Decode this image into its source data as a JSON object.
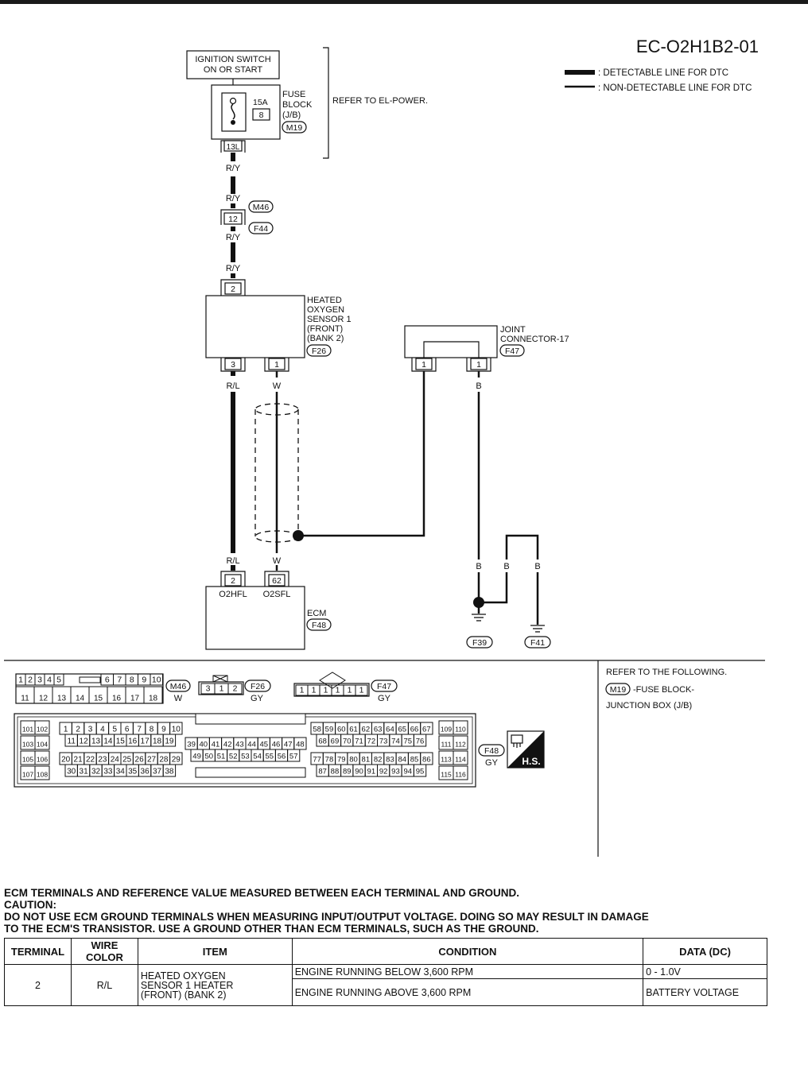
{
  "diagram": {
    "code": "EC-O2H1B2-01",
    "legend": {
      "detectable": ": DETECTABLE LINE FOR DTC",
      "non_detectable": ": NON-DETECTABLE LINE FOR DTC"
    },
    "ignition": [
      "IGNITION SWITCH",
      "ON OR START"
    ],
    "fuse": {
      "rating": "15A",
      "number": "8",
      "label": [
        "FUSE",
        "BLOCK",
        "(J/B)"
      ],
      "connector": "M19",
      "terminal": "13L",
      "refer": "REFER TO EL-POWER."
    },
    "wire_ry": "R/Y",
    "inline_connector": {
      "pin": "12",
      "male": "M46",
      "female": "F44"
    },
    "sensor": {
      "label": [
        "HEATED",
        "OXYGEN",
        "SENSOR 1",
        "(FRONT)",
        "(BANK 2)"
      ],
      "connector": "F26",
      "pin_top": "2",
      "pin_heater": "3",
      "pin_signal": "1"
    },
    "wire_rl": "R/L",
    "wire_w": "W",
    "wire_b": "B",
    "joint": {
      "label": [
        "JOINT",
        "CONNECTOR-17"
      ],
      "connector": "F47",
      "pin_left": "1",
      "pin_right": "1"
    },
    "ecm": {
      "label": "ECM",
      "connector": "F48",
      "pin_heater": "2",
      "pin_signal": "62",
      "term_heater": "O2HFL",
      "term_signal": "O2SFL"
    },
    "grounds": [
      "F39",
      "F41"
    ]
  },
  "connectors": {
    "m46": {
      "row1": [
        "1",
        "2",
        "3",
        "4",
        "5",
        "6",
        "7",
        "8",
        "9",
        "10"
      ],
      "row2": [
        "11",
        "12",
        "13",
        "14",
        "15",
        "16",
        "17",
        "18"
      ],
      "name": "M46",
      "color": "W"
    },
    "f26": {
      "pins": [
        "3",
        "1",
        "2"
      ],
      "name": "F26",
      "color": "GY"
    },
    "f47": {
      "pins": [
        "1",
        "1",
        "1",
        "1",
        "1",
        "1"
      ],
      "name": "F47",
      "color": "GY"
    },
    "f48": {
      "name": "F48",
      "color": "GY",
      "left_block": [
        [
          "101",
          "102"
        ],
        [
          "103",
          "104"
        ],
        [
          "105",
          "106"
        ],
        [
          "107",
          "108"
        ]
      ],
      "row_a": [
        "1",
        "2",
        "3",
        "4",
        "5",
        "6",
        "7",
        "8",
        "9",
        "10"
      ],
      "row_b": [
        "11",
        "12",
        "13",
        "14",
        "15",
        "16",
        "17",
        "18",
        "19"
      ],
      "row_c": [
        "20",
        "21",
        "22",
        "23",
        "24",
        "25",
        "26",
        "27",
        "28",
        "29"
      ],
      "row_d": [
        "30",
        "31",
        "32",
        "33",
        "34",
        "35",
        "36",
        "37",
        "38"
      ],
      "mid_1": [
        "39",
        "40",
        "41",
        "42",
        "43",
        "44",
        "45",
        "46",
        "47",
        "48"
      ],
      "mid_2": [
        "49",
        "50",
        "51",
        "52",
        "53",
        "54",
        "55",
        "56",
        "57"
      ],
      "row_e": [
        "58",
        "59",
        "60",
        "61",
        "62",
        "63",
        "64",
        "65",
        "66",
        "67"
      ],
      "row_f": [
        "68",
        "69",
        "70",
        "71",
        "72",
        "73",
        "74",
        "75",
        "76"
      ],
      "row_g": [
        "77",
        "78",
        "79",
        "80",
        "81",
        "82",
        "83",
        "84",
        "85",
        "86"
      ],
      "row_h": [
        "87",
        "88",
        "89",
        "90",
        "91",
        "92",
        "93",
        "94",
        "95"
      ],
      "right_block": [
        [
          "109",
          "110"
        ],
        [
          "111",
          "112"
        ],
        [
          "113",
          "114"
        ],
        [
          "115",
          "116"
        ]
      ],
      "hs": "H.S."
    }
  },
  "refer": {
    "title": "REFER TO THE FOLLOWING.",
    "connector": "M19",
    "item": "-FUSE BLOCK-",
    "item2": "JUNCTION BOX (J/B)"
  },
  "ecm_terminals": {
    "title": "ECM TERMINALS AND REFERENCE VALUE MEASURED BETWEEN EACH TERMINAL AND GROUND.",
    "caution_label": "CAUTION:",
    "caution_1": "DO NOT USE ECM GROUND TERMINALS WHEN MEASURING INPUT/OUTPUT VOLTAGE. DOING SO MAY RESULT IN DAMAGE",
    "caution_2": "TO THE ECM'S TRANSISTOR. USE A GROUND OTHER THAN ECM TERMINALS, SUCH AS THE GROUND.",
    "headers": [
      "TERMINAL",
      "WIRE COLOR",
      "ITEM",
      "CONDITION",
      "DATA (DC)"
    ],
    "row": {
      "terminal": "2",
      "wire_color": "R/L",
      "item": [
        "HEATED OXYGEN",
        "SENSOR 1 HEATER",
        "(FRONT) (BANK 2)"
      ],
      "conditions": [
        {
          "condition": "ENGINE RUNNING BELOW 3,600 RPM",
          "data": "0 - 1.0V"
        },
        {
          "condition": "ENGINE RUNNING ABOVE 3,600 RPM",
          "data": "BATTERY VOLTAGE"
        }
      ]
    }
  }
}
